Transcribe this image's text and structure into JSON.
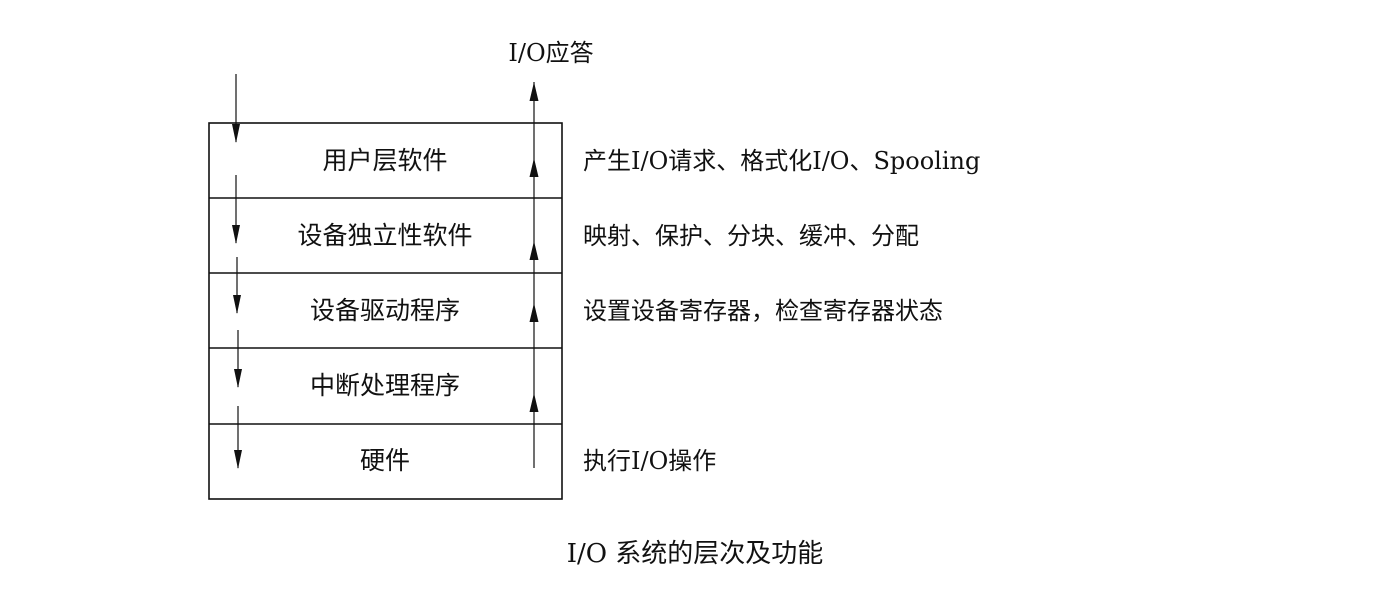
{
  "diagram": {
    "response_label": "I/O应答",
    "caption": "I/O 系统的层次及功能",
    "layers": [
      {
        "name": "用户层软件",
        "function": "产生I/O请求、格式化I/O、Spooling"
      },
      {
        "name": "设备独立性软件",
        "function": "映射、保护、分块、缓冲、分配"
      },
      {
        "name": "设备驱动程序",
        "function": "设置设备寄存器，检查寄存器状态"
      },
      {
        "name": "中断处理程序",
        "function": ""
      },
      {
        "name": "硬件",
        "function": "执行I/O操作"
      }
    ],
    "colors": {
      "line": "#111111",
      "background": "#ffffff"
    }
  }
}
